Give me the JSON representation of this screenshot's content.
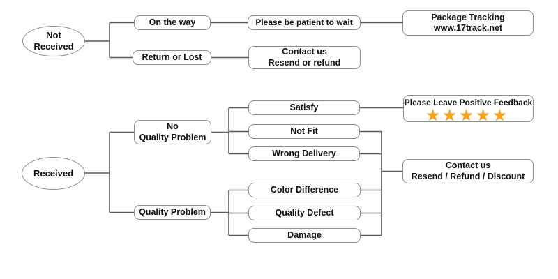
{
  "diagram": {
    "type": "flowchart",
    "background": "#FFFFFF",
    "colors": {
      "line": "#595959",
      "node_border": "#8C8C8C",
      "node_fill": "#FFFFFF",
      "text": "#111111",
      "star": "#F7A01B"
    },
    "nodes": {
      "not_received": {
        "line1": "Not",
        "line2": "Received",
        "shape": "ellipse"
      },
      "on_the_way": {
        "label": "On the way",
        "shape": "box"
      },
      "be_patient": {
        "label": "Please be patient to wait",
        "shape": "box"
      },
      "package_tracking": {
        "line1": "Package Tracking",
        "line2": "www.17track.net",
        "shape": "box"
      },
      "return_or_lost": {
        "label": "Return or Lost",
        "shape": "box"
      },
      "contact_resend_refund": {
        "line1": "Contact us",
        "line2": "Resend or refund",
        "shape": "box"
      },
      "received": {
        "label": "Received",
        "shape": "ellipse"
      },
      "no_quality_problem": {
        "line1": "No",
        "line2": "Quality Problem",
        "shape": "box"
      },
      "quality_problem": {
        "label": "Quality Problem",
        "shape": "box"
      },
      "satisfy": {
        "label": "Satisfy",
        "shape": "box"
      },
      "not_fit": {
        "label": "Not Fit",
        "shape": "box"
      },
      "wrong_delivery": {
        "label": "Wrong Delivery",
        "shape": "box"
      },
      "color_difference": {
        "label": "Color Difference",
        "shape": "box"
      },
      "quality_defect": {
        "label": "Quality Defect",
        "shape": "box"
      },
      "damage": {
        "label": "Damage",
        "shape": "box"
      },
      "positive_feedback": {
        "label": "Please Leave Positive Feedback",
        "stars": "★★★★★",
        "star_count": 5,
        "star_color": "#F7A01B",
        "shape": "box"
      },
      "contact_final": {
        "line1": "Contact us",
        "line2": "Resend / Refund / Discount",
        "shape": "box"
      }
    },
    "edges": [
      {
        "from": "not_received",
        "to": "on_the_way"
      },
      {
        "from": "not_received",
        "to": "return_or_lost"
      },
      {
        "from": "on_the_way",
        "to": "be_patient"
      },
      {
        "from": "be_patient",
        "to": "package_tracking"
      },
      {
        "from": "return_or_lost",
        "to": "contact_resend_refund"
      },
      {
        "from": "received",
        "to": "no_quality_problem"
      },
      {
        "from": "received",
        "to": "quality_problem"
      },
      {
        "from": "no_quality_problem",
        "to": "satisfy"
      },
      {
        "from": "no_quality_problem",
        "to": "not_fit"
      },
      {
        "from": "no_quality_problem",
        "to": "wrong_delivery"
      },
      {
        "from": "quality_problem",
        "to": "color_difference"
      },
      {
        "from": "quality_problem",
        "to": "quality_defect"
      },
      {
        "from": "quality_problem",
        "to": "damage"
      },
      {
        "from": "satisfy",
        "to": "positive_feedback"
      },
      {
        "from": "not_fit",
        "to": "contact_final"
      },
      {
        "from": "wrong_delivery",
        "to": "contact_final"
      },
      {
        "from": "color_difference",
        "to": "contact_final"
      },
      {
        "from": "quality_defect",
        "to": "contact_final"
      },
      {
        "from": "damage",
        "to": "contact_final"
      }
    ]
  }
}
